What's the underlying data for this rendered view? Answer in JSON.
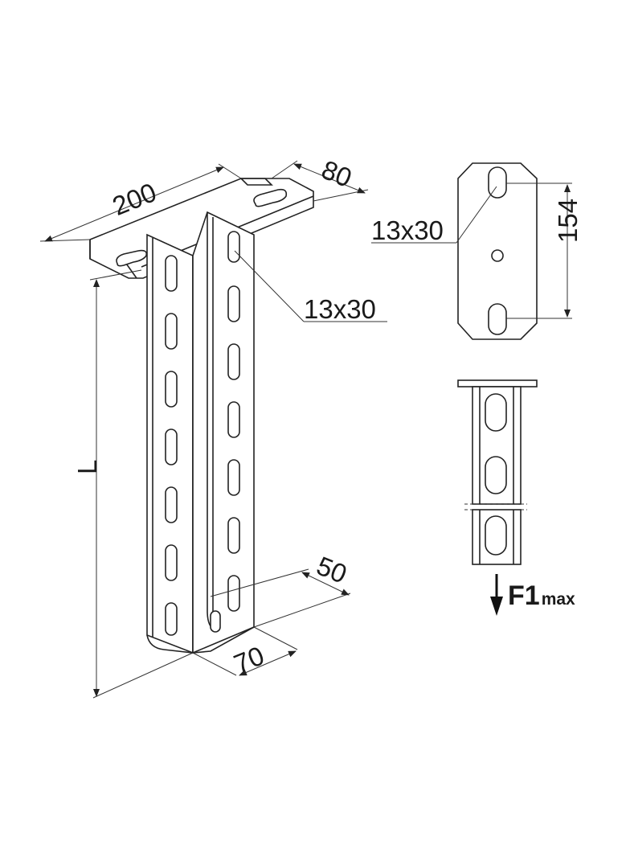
{
  "dimensions": {
    "plate_length": "200",
    "plate_width": "80",
    "slot_size_main": "13x30",
    "slot_size_top": "13x30",
    "hole_spacing": "154",
    "profile_height": "L",
    "profile_depth": "50",
    "profile_width": "70"
  },
  "load": {
    "symbol": "F1",
    "suffix": "max"
  },
  "colors": {
    "line": "#222222",
    "background": "#ffffff"
  }
}
